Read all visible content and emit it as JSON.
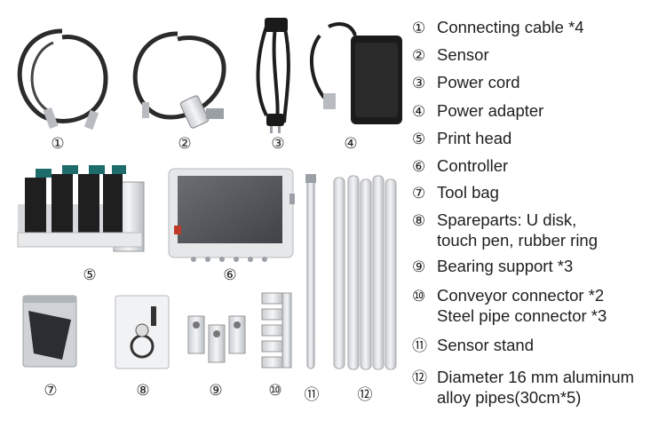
{
  "item_numbers": [
    "①",
    "②",
    "③",
    "④",
    "⑤",
    "⑥",
    "⑦",
    "⑧",
    "⑨",
    "⑩",
    "⑪",
    "⑫"
  ],
  "legend": [
    {
      "num": "①",
      "line1": "Connecting cable *4",
      "line2": ""
    },
    {
      "num": "②",
      "line1": "Sensor",
      "line2": ""
    },
    {
      "num": "③",
      "line1": "Power cord",
      "line2": ""
    },
    {
      "num": "④",
      "line1": "Power adapter",
      "line2": ""
    },
    {
      "num": "⑤",
      "line1": "Print head",
      "line2": ""
    },
    {
      "num": "⑥",
      "line1": "Controller",
      "line2": ""
    },
    {
      "num": "⑦",
      "line1": "Tool bag",
      "line2": ""
    },
    {
      "num": "⑧",
      "line1": "Spareparts: U disk,",
      "line2": "touch pen, rubber ring"
    },
    {
      "num": "⑨",
      "line1": "Bearing support *3",
      "line2": ""
    },
    {
      "num": "⑩",
      "line1": "Conveyor connector *2",
      "line2": "Steel pipe connector *3"
    },
    {
      "num": "⑪",
      "line1": "Sensor stand",
      "line2": ""
    },
    {
      "num": "⑫",
      "line1": "Diameter 16 mm aluminum",
      "line2": "alloy pipes(30cm*5)"
    }
  ]
}
